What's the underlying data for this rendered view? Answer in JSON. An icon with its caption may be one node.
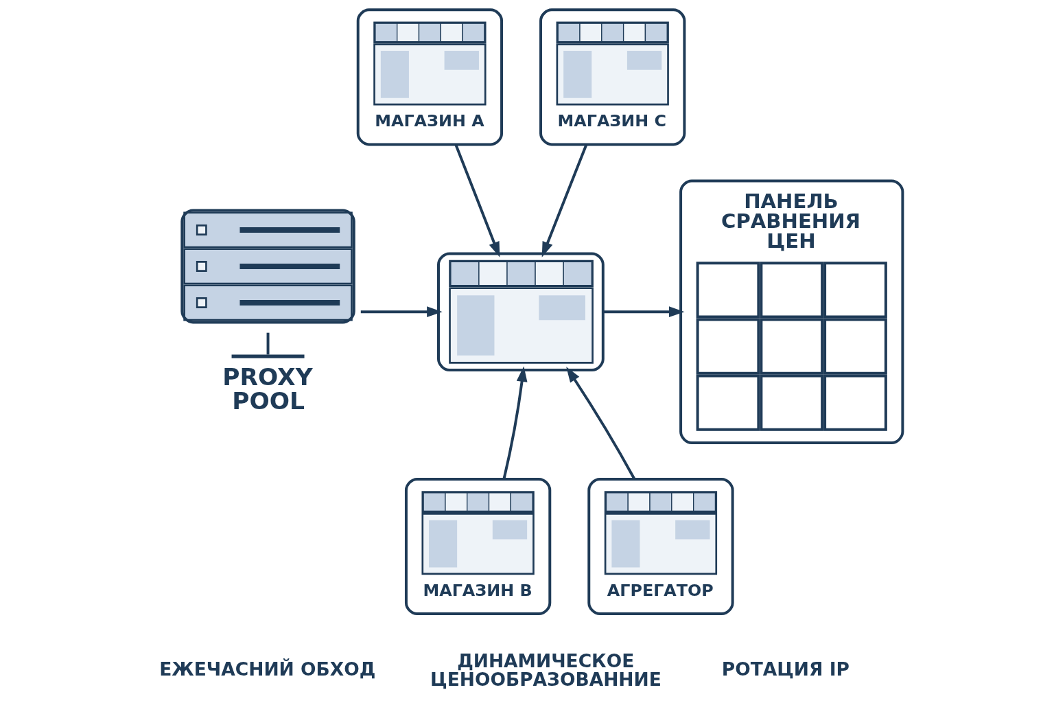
{
  "diagram": {
    "nodes": [
      {
        "text": [
          "PROXY POOL"
        ]
      },
      {
        "text": [
          "МАГАЗИН A"
        ]
      },
      {
        "text": [
          "МАГАЗИН C"
        ]
      },
      {
        "text": [],
        "shape": "picture"
      },
      {
        "text": [
          "МАГАЗИН B"
        ]
      },
      {
        "text": [
          "АГРЕГАТОР"
        ]
      },
      {
        "text": [
          "ПАНЕЛЬ СРАВНЕНИЯ ЦЕН"
        ]
      }
    ],
    "edges": [
      {
        "from": 0,
        "to": 3,
        "arrow": "to"
      },
      {
        "from": 1,
        "to": 3,
        "arrow": "to"
      },
      {
        "from": 2,
        "to": 3,
        "arrow": "to"
      },
      {
        "from": 4,
        "to": 3,
        "arrow": "to"
      },
      {
        "from": 5,
        "to": 3,
        "arrow": "to"
      },
      {
        "from": 3,
        "to": 6,
        "arrow": "to"
      }
    ],
    "labels": [
      "ЕЖЕЧАСНИЙ ОБХОД",
      "ДИНАМИЧЕСКОЕ ЦЕНООБРАЗОВАННИЕ",
      "РОТАЦИЯ IP"
    ]
  }
}
